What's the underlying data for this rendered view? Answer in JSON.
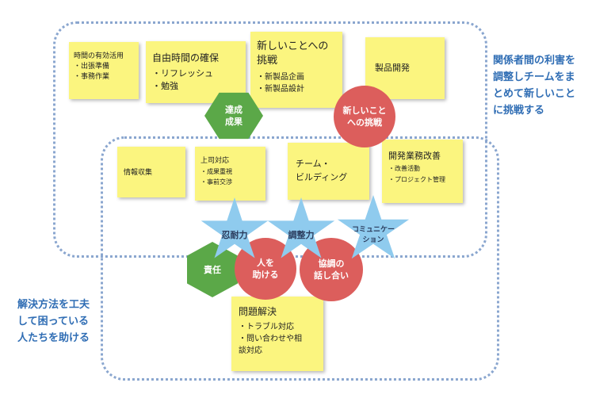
{
  "labels": {
    "top_right": "関係者間の利害を\n調整しチームをま\nとめて新しいこと\nに挑戦する",
    "bottom_left": "解決方法を工夫\nして困っている\n人たちを助ける"
  },
  "notes": {
    "time": {
      "title": "時間の有効活用",
      "items": "・出張準備\n・事務作業"
    },
    "free_time": {
      "title": "自由時間の確保",
      "items": "・リフレッシュ\n・勉強"
    },
    "new_challenge": {
      "title": "新しいことへの\n挑戦",
      "items": "・新製品企画\n・新製品設計"
    },
    "product_dev": {
      "title": "製品開発"
    },
    "info": {
      "title": "情報収集"
    },
    "boss": {
      "title": "上司対応",
      "items": "・成果重視\n・事前交渉"
    },
    "team": {
      "title": "チーム・\nビルディング"
    },
    "dev_improve": {
      "title": "開発業務改善",
      "items": "・改善活動\n・プロジェクト管理"
    },
    "problem": {
      "title": "問題解決",
      "items": "・トラブル対応\n・問い合わせや相\n談対応"
    }
  },
  "shapes": {
    "achievement": "達成\n成果",
    "new_things": "新しいこと\nへの挑戦",
    "patience": "忍耐力",
    "coordination": "調整力",
    "communication": "コミュニケー\nション",
    "responsibility": "責任",
    "help_people": "人を\n助ける",
    "discussion": "協調の\n話し合い"
  },
  "colors": {
    "sticky": "#fbf57f",
    "circle": "#dc5e5c",
    "hexagon": "#5ba848",
    "star": "#8fcbee",
    "border": "#8aa6cf",
    "label": "#2f6db4"
  }
}
